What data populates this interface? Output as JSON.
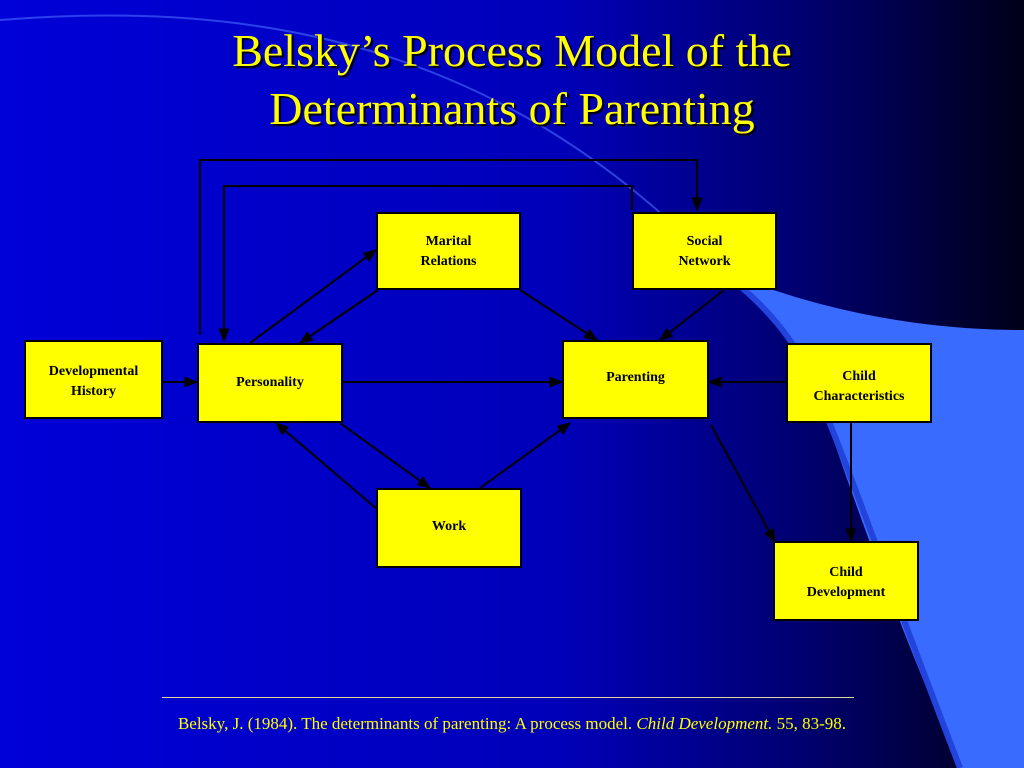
{
  "title": {
    "line1": "Belsky’s Process Model of the",
    "line2": "Determinants of Parenting"
  },
  "diagram": {
    "nodes": {
      "marital": {
        "line1": "Marital",
        "line2": "Relations"
      },
      "social": {
        "line1": "Social",
        "line2": "Network"
      },
      "dev_history": {
        "line1": "Developmental",
        "line2": "History"
      },
      "personality": {
        "label": "Personality"
      },
      "parenting": {
        "label": "Parenting"
      },
      "child_char": {
        "line1": "Child",
        "line2": "Characteristics"
      },
      "work": {
        "label": "Work"
      },
      "child_dev": {
        "line1": "Child",
        "line2": "Development"
      }
    }
  },
  "citation": {
    "main": "Belsky, J. (1984). The determinants of parenting: A process model.",
    "journal": "Child Development.",
    "details": "55, 83-98."
  },
  "colors": {
    "background": "#0000cc",
    "box_fill": "#ffff00",
    "title_text": "#ffff00",
    "accent_shape": "#3a6bff"
  }
}
